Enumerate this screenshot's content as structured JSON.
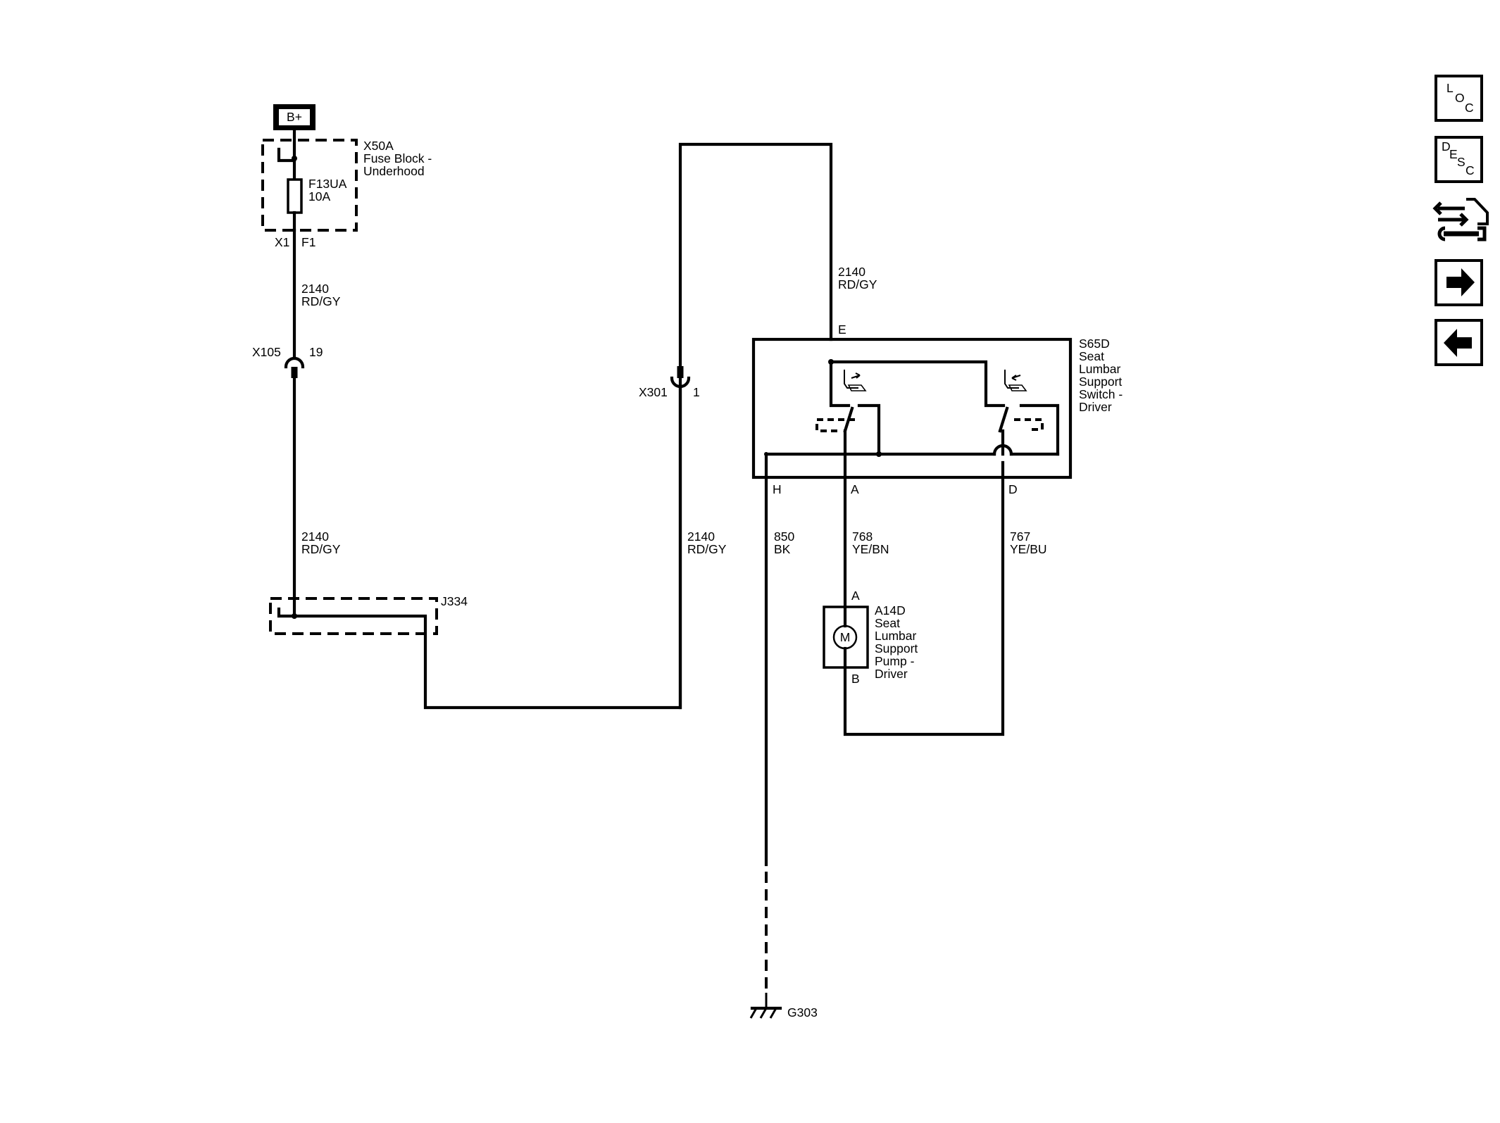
{
  "power_source": {
    "label": "B+"
  },
  "fuse_block": {
    "id": "X50A",
    "name_line1": "Fuse Block -",
    "name_line2": "Underhood",
    "fuse_id": "F13UA",
    "fuse_rating": "10A",
    "pin_x1": "X1",
    "pin_f1": "F1"
  },
  "circuits": {
    "c2140_top": {
      "number": "2140",
      "color": "RD/GY"
    },
    "c2140_mid": {
      "number": "2140",
      "color": "RD/GY"
    },
    "c2140_right": {
      "number": "2140",
      "color": "RD/GY"
    },
    "c2140_switch": {
      "number": "2140",
      "color": "RD/GY"
    },
    "c850": {
      "number": "850",
      "color": "BK"
    },
    "c768": {
      "number": "768",
      "color": "YE/BN"
    },
    "c767": {
      "number": "767",
      "color": "YE/BU"
    }
  },
  "connectors": {
    "x105": {
      "id": "X105",
      "pin": "19"
    },
    "x301": {
      "id": "X301",
      "pin": "1"
    },
    "j334": {
      "id": "J334"
    }
  },
  "switch": {
    "id": "S65D",
    "name_lines": [
      "Seat",
      "Lumbar",
      "Support",
      "Switch -",
      "Driver"
    ],
    "pin_e": "E",
    "pin_h": "H",
    "pin_a": "A",
    "pin_d": "D"
  },
  "pump": {
    "id": "A14D",
    "name_lines": [
      "Seat",
      "Lumbar",
      "Support",
      "Pump -",
      "Driver"
    ],
    "pin_a": "A",
    "pin_b": "B",
    "motor_symbol": "M"
  },
  "ground": {
    "id": "G303"
  },
  "toolbar": {
    "loc": {
      "letters": [
        "L",
        "O",
        "C"
      ],
      "icon": "loc-icon"
    },
    "desc": {
      "letters": [
        "D",
        "E",
        "S",
        "C"
      ],
      "icon": "desc-icon"
    },
    "diagnostic": {
      "icon": "arrows-wrench-icon"
    },
    "next": {
      "icon": "arrow-right-icon"
    },
    "prev": {
      "icon": "arrow-left-icon"
    }
  }
}
